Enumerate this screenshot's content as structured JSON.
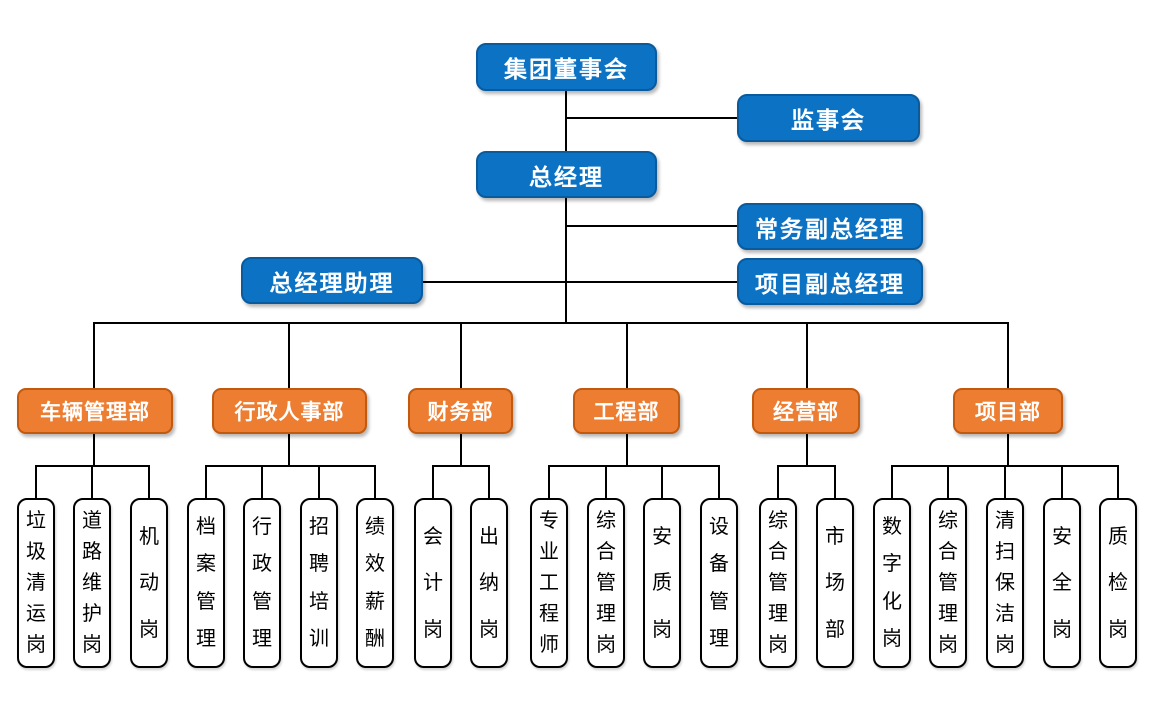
{
  "colors": {
    "background": "#FFFFFF",
    "blue_fill": "#0C72C4",
    "blue_border": "#0A5A9E",
    "orange_fill": "#ED7D31",
    "orange_border": "#C1590F",
    "node_text": "#FFFFFF",
    "position_border": "#000000",
    "position_text": "#000000",
    "line": "#000000"
  },
  "nodes": {
    "board": "集团董事会",
    "supervisory": "监事会",
    "general_manager": "总经理",
    "deputy_gm_executive": "常务副总经理",
    "gm_assistant": "总经理助理",
    "deputy_gm_project": "项目副总经理"
  },
  "departments": [
    {
      "name": "车辆管理部",
      "positions": [
        "垃圾清运岗",
        "道路维护岗",
        "机动岗"
      ]
    },
    {
      "name": "行政人事部",
      "positions": [
        "档案管理",
        "行政管理",
        "招聘培训",
        "绩效薪酬"
      ]
    },
    {
      "name": "财务部",
      "positions": [
        "会计岗",
        "出纳岗"
      ]
    },
    {
      "name": "工程部",
      "positions": [
        "专业工程师",
        "综合管理岗",
        "安质岗",
        "设备管理"
      ]
    },
    {
      "name": "经营部",
      "positions": [
        "综合管理岗",
        "市场部"
      ]
    },
    {
      "name": "项目部",
      "positions": [
        "数字化岗",
        "综合管理岗",
        "清扫保洁岗",
        "安全岗",
        "质检岗"
      ]
    }
  ]
}
